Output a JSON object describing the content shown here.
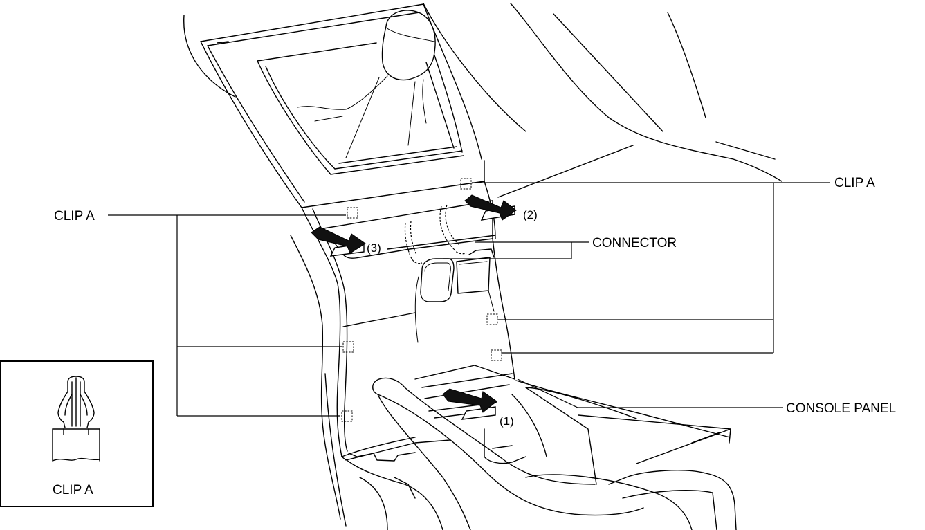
{
  "labels": {
    "clip_a_left": "CLIP A",
    "clip_a_right": "CLIP A",
    "connector": "CONNECTOR",
    "console_panel": "CONSOLE PANEL",
    "inset_clip_a": "CLIP A"
  },
  "steps": {
    "step_1": "(1)",
    "step_2": "(2)",
    "step_3": "(3)"
  },
  "colors": {
    "line": "#000000",
    "arrow": "#111111",
    "background": "#ffffff"
  }
}
